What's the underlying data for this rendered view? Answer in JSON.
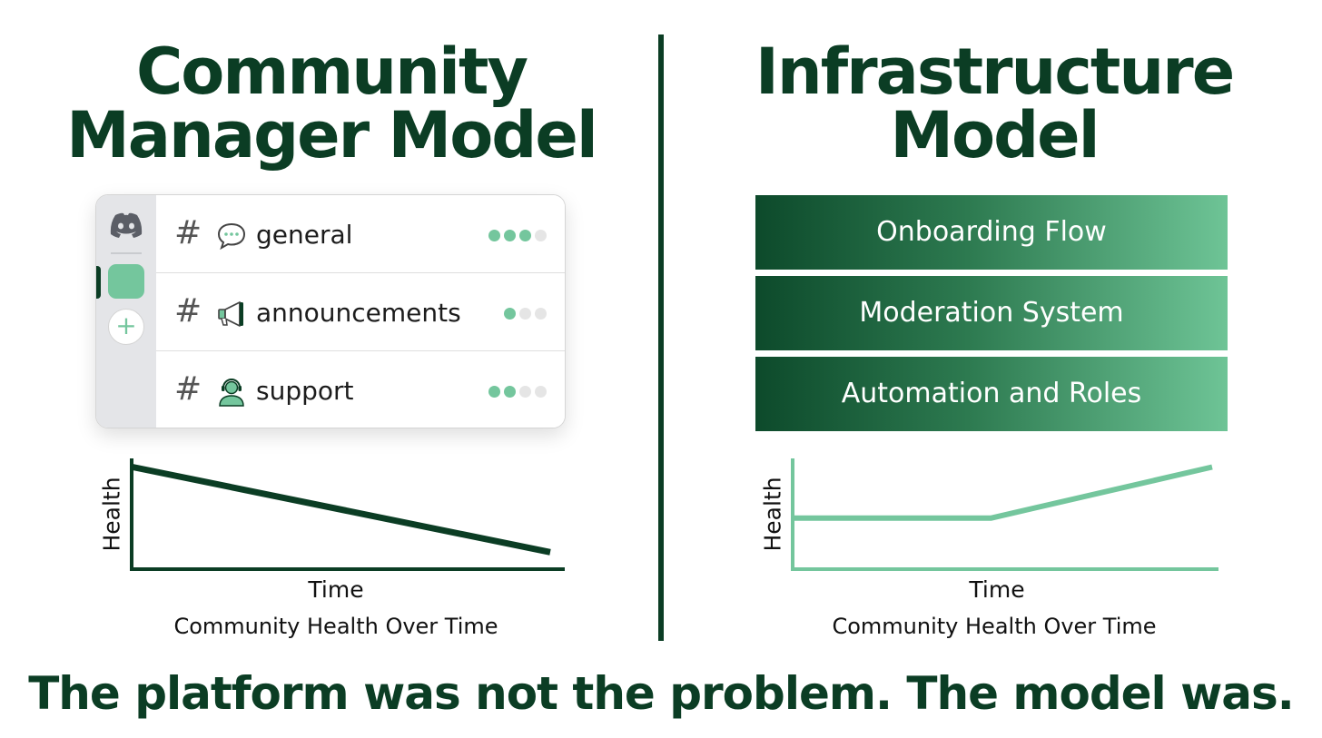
{
  "left": {
    "title_line1": "Community",
    "title_line2": "Manager Model",
    "rail": {
      "logo_icon": "discord-icon",
      "add_icon": "plus-icon",
      "add_label": "+"
    },
    "channels": [
      {
        "hash": "#",
        "icon": "speech-bubble-icon",
        "name": "general",
        "activity_dots_on": 3,
        "activity_dots_total": 4
      },
      {
        "hash": "#",
        "icon": "megaphone-icon",
        "name": "announcements",
        "activity_dots_on": 1,
        "activity_dots_total": 3
      },
      {
        "hash": "#",
        "icon": "support-agent-icon",
        "name": "support",
        "activity_dots_on": 2,
        "activity_dots_total": 4
      }
    ],
    "chart": {
      "y_label": "Health",
      "x_label": "Time",
      "caption": "Community Health Over Time"
    }
  },
  "right": {
    "title_line1": "Infrastructure",
    "title_line2": "Model",
    "layers": [
      {
        "label": "Onboarding Flow"
      },
      {
        "label": "Moderation System"
      },
      {
        "label": "Automation and Roles"
      }
    ],
    "chart": {
      "y_label": "Health",
      "x_label": "Time",
      "caption": "Community Health Over Time"
    }
  },
  "footer": "The platform was not the problem. The model was.",
  "colors": {
    "dark_green": "#0b3d24",
    "light_green": "#74c69d",
    "gradient_start": "#0d4a2b",
    "gradient_end": "#6ec496"
  },
  "chart_data": [
    {
      "type": "line",
      "x": [
        0,
        1
      ],
      "series": [
        {
          "values": [
            0.9,
            0.15
          ]
        }
      ],
      "xlabel": "Time",
      "ylabel": "Health",
      "ylim": [
        0,
        1
      ],
      "xlim": [
        0,
        1
      ],
      "grid": false,
      "color": "#0b3d24"
    },
    {
      "type": "line",
      "x": [
        0,
        0.47,
        1
      ],
      "series": [
        {
          "values": [
            0.45,
            0.45,
            0.9
          ]
        }
      ],
      "xlabel": "Time",
      "ylabel": "Health",
      "ylim": [
        0,
        1
      ],
      "xlim": [
        0,
        1
      ],
      "grid": false,
      "color": "#74c69d"
    }
  ]
}
